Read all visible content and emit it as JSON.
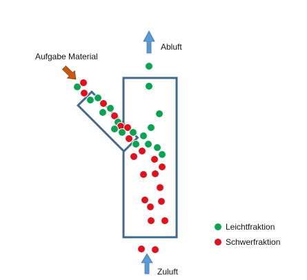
{
  "labels": {
    "feed": "Aufgabe Material",
    "exhaust": "Abluft",
    "supply": "Zuluft"
  },
  "legend": {
    "light": "Leichtfraktion",
    "heavy": "Schwerfraktion"
  },
  "colors": {
    "light_particle": "#0aa352",
    "heavy_particle": "#e0101e",
    "particle_stroke": "#ffffff",
    "channel_border": "#41698f",
    "air_arrow": "#5b9bd5",
    "feed_arrow": "#c55a11"
  }
}
